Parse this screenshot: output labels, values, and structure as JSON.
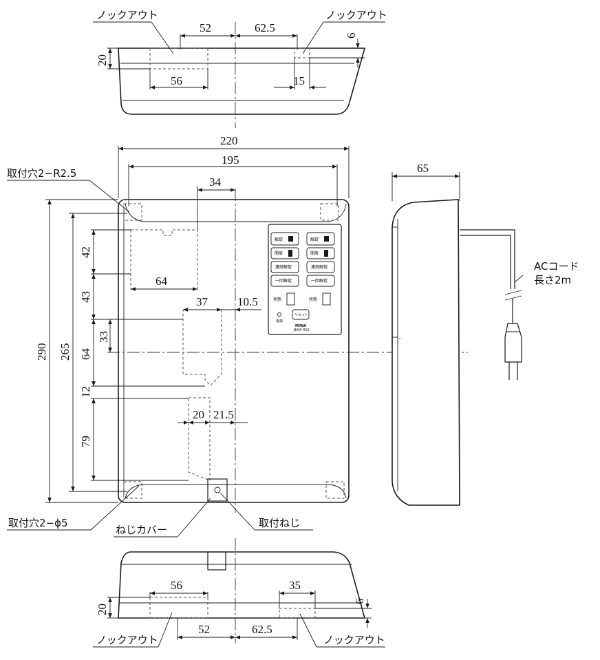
{
  "labels": {
    "knockout": "ノックアウト",
    "mount_hole_r": "取付穴2−R2.5",
    "mount_hole_phi": "取付穴2−ϕ5",
    "screw_cover": "ねじカバー",
    "mount_screw": "取付ねじ",
    "ac_cord": "ACコード",
    "cord_length": "長さ2m"
  },
  "dims": {
    "top_52": "52",
    "top_62_5": "62.5",
    "top_20": "20",
    "top_6": "6",
    "top_56": "56",
    "top_15": "15",
    "w_220": "220",
    "w_195": "195",
    "d_65": "65",
    "h_290": "290",
    "h_265": "265",
    "v_42": "42",
    "v_43": "43",
    "v_33": "33",
    "v_64": "64",
    "v_12": "12",
    "v_79": "79",
    "h_34": "34",
    "h_64": "64",
    "h_37": "37",
    "h_10_5": "10.5",
    "h_20": "20",
    "h_21_5": "21.5",
    "bot_56": "56",
    "bot_35": "35",
    "bot_20": "20",
    "bot_6": "6",
    "bot_52": "52",
    "bot_62_5": "62.5"
  },
  "panel": {
    "left": {
      "unlock": "解錠",
      "open": "開扉",
      "continuous": "連続解錠",
      "once": "一回解錠",
      "state": "状態"
    },
    "right": {
      "unlock": "解錠",
      "open": "開扉",
      "continuous": "連続解錠",
      "once": "一回解錠",
      "state": "状態"
    },
    "power": "電源",
    "reset": "リセット",
    "brand": "MIWA",
    "model": "BAM-RS2"
  }
}
